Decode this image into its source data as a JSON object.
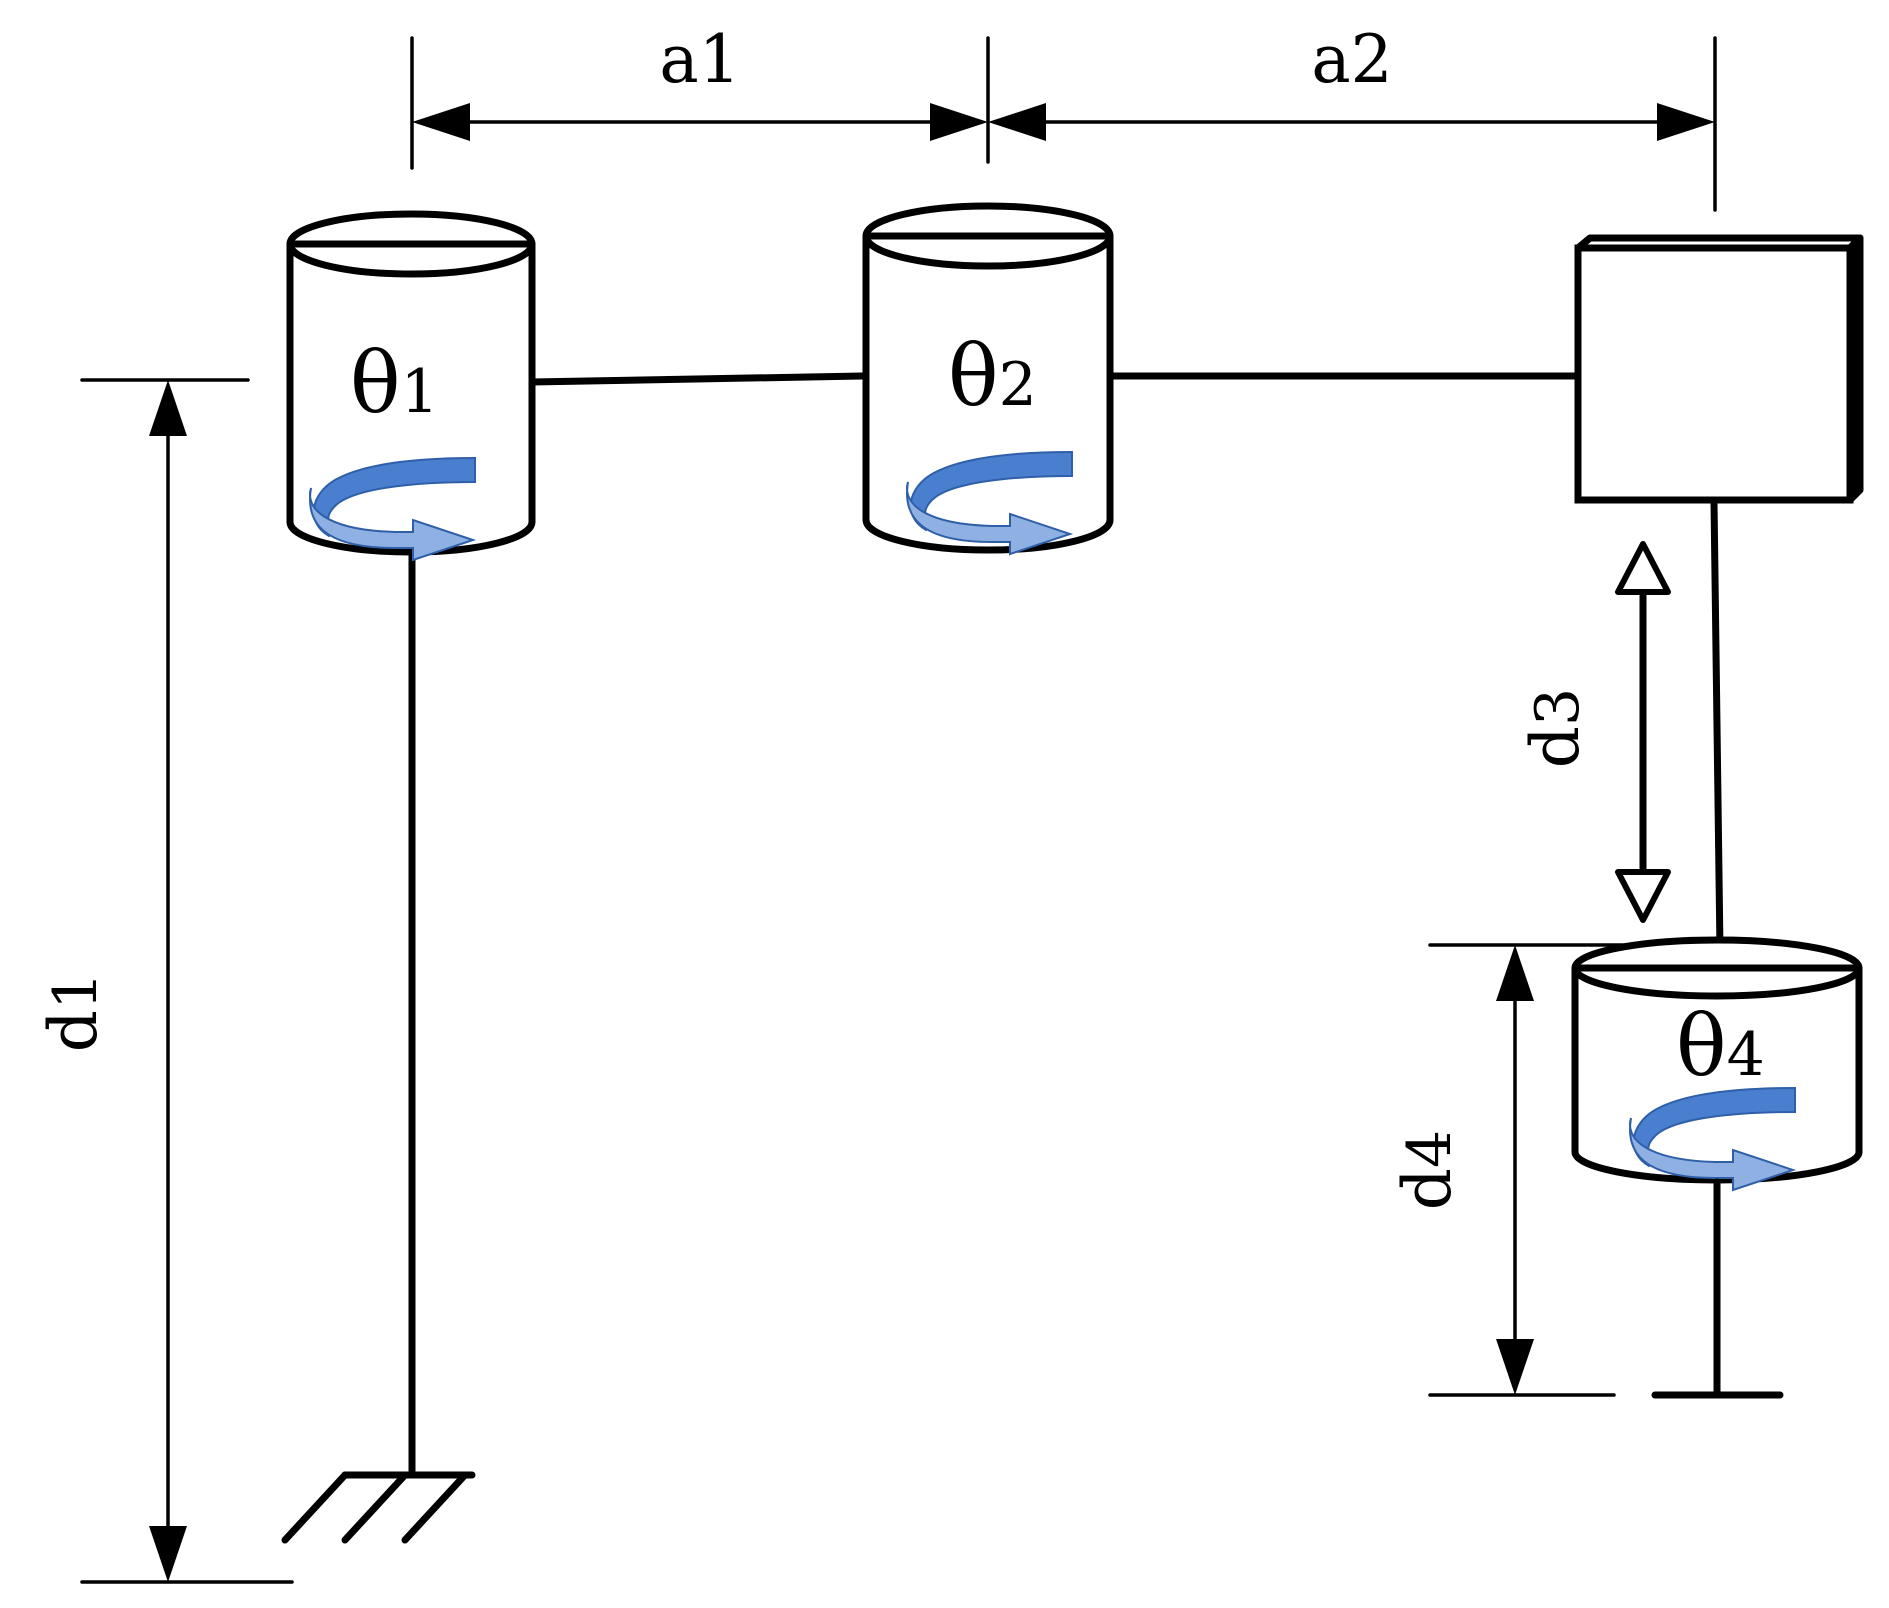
{
  "labels": {
    "a1": "a1",
    "a2": "a2",
    "d1": {
      "base": "d",
      "sub": "1"
    },
    "d3": {
      "base": "d",
      "sub": "3"
    },
    "d4": {
      "base": "d",
      "sub": "4"
    },
    "theta1": {
      "base": "θ",
      "sub": "1"
    },
    "theta2": {
      "base": "θ",
      "sub": "2"
    },
    "theta4": {
      "base": "θ",
      "sub": "4"
    }
  },
  "colors": {
    "line": "#000000",
    "rotation_arrow_dark": "#4a7fd0",
    "rotation_arrow_light": "#8fb0e3",
    "rotation_arrow_edge": "#2f5fa8"
  },
  "icons": {
    "rotation": "rotation-arrow-icon",
    "ground": "ground-icon",
    "prismatic": "prismatic-arrow-icon"
  }
}
